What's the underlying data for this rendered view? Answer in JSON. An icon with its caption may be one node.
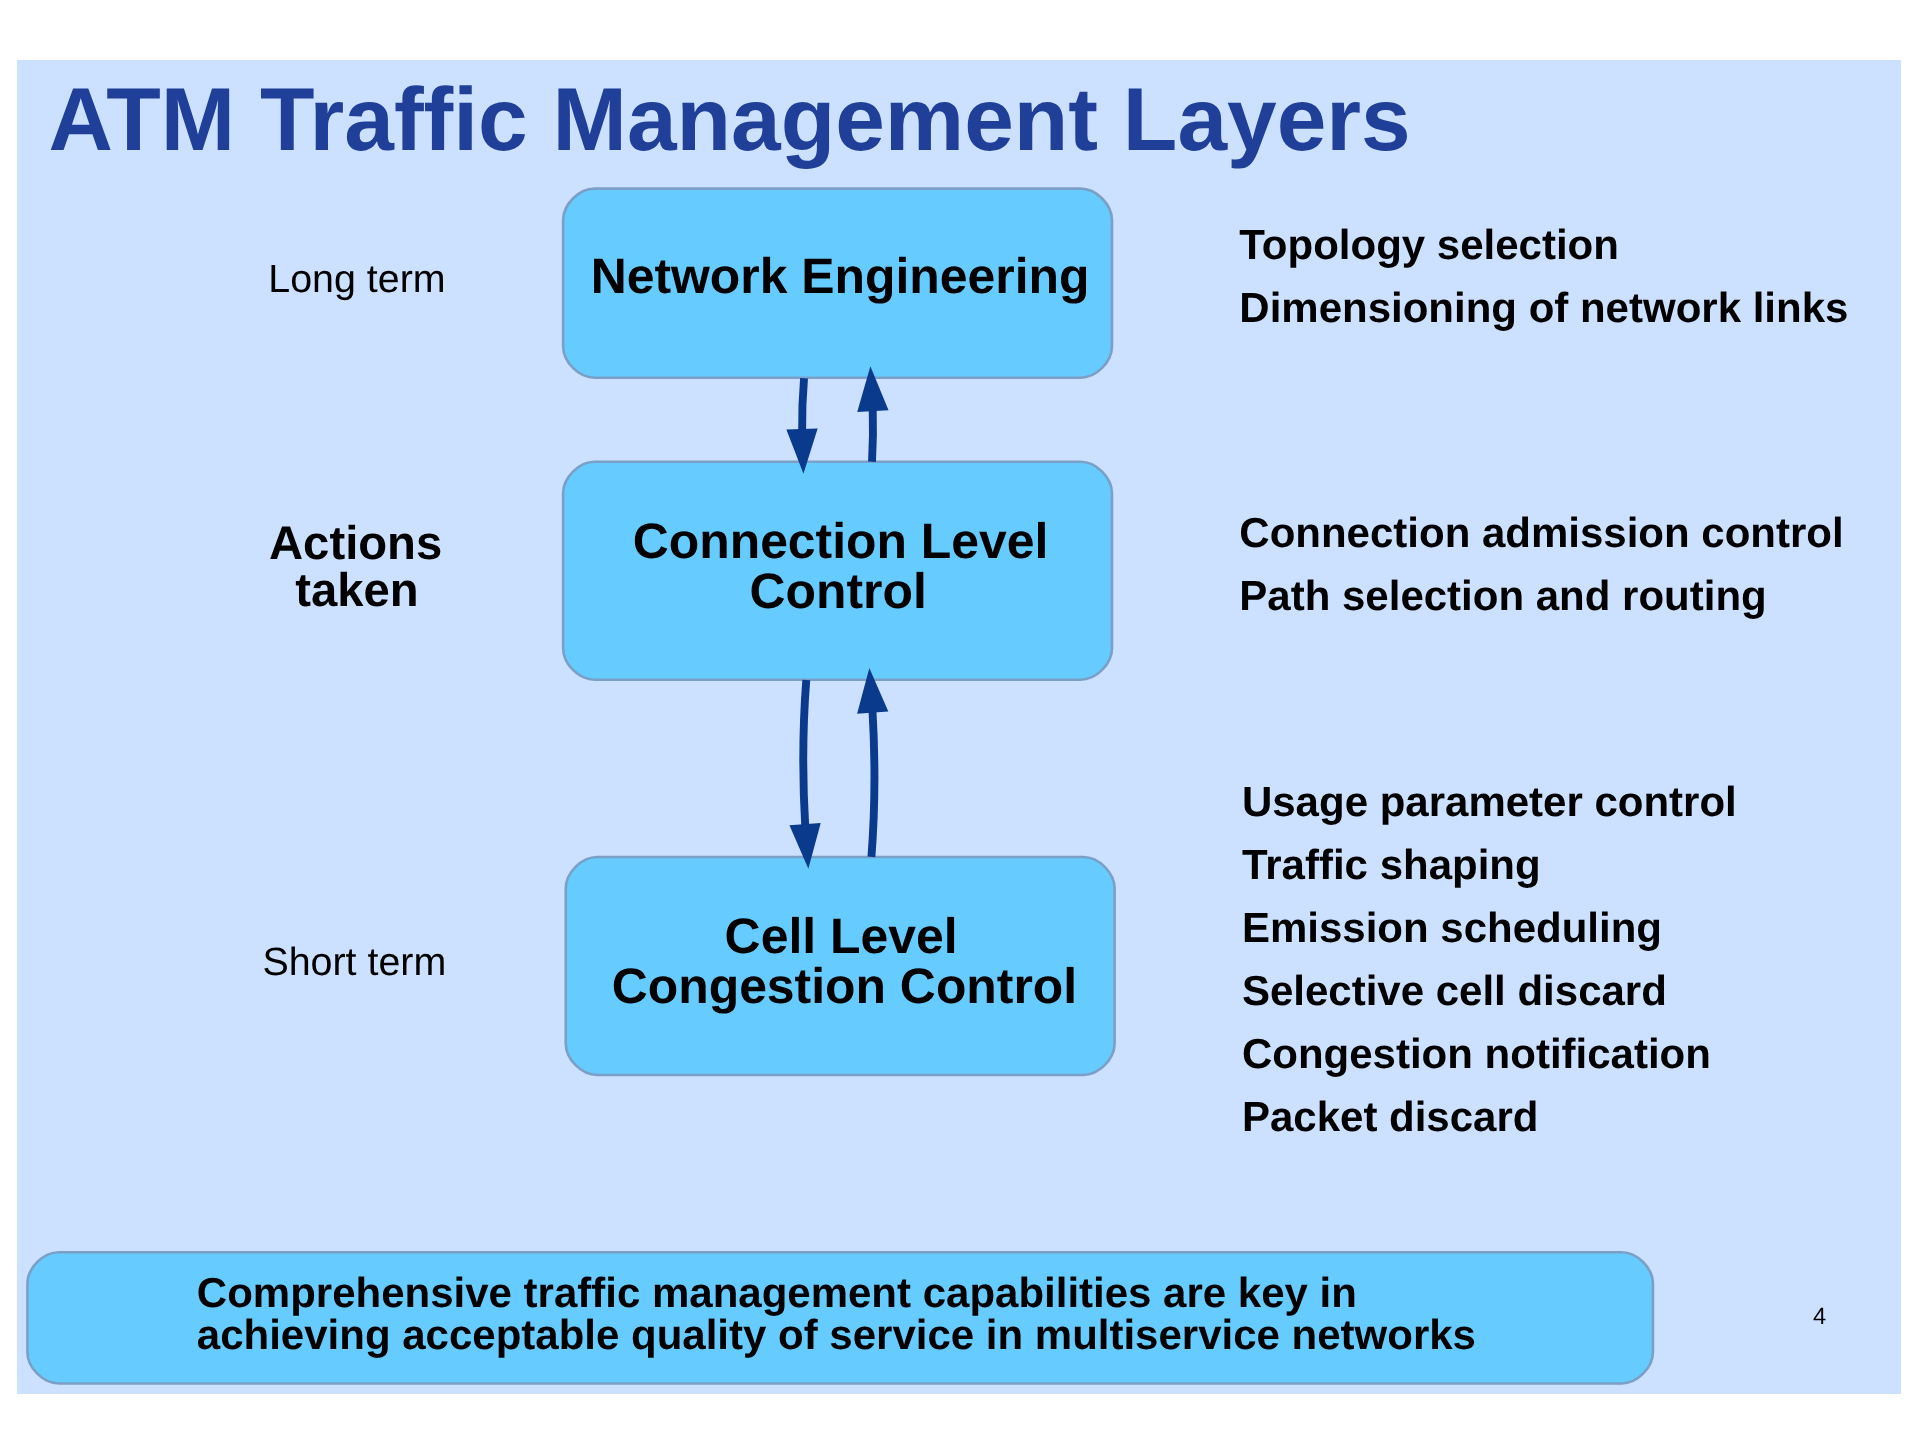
{
  "diagram": {
    "title": "ATM Traffic Management Layers",
    "nodes": [
      {
        "text": [
          "Network Engineering"
        ],
        "beside": [
          "Topology selection",
          "Dimensioning of network links"
        ]
      },
      {
        "text": [
          "Connection Level Control"
        ],
        "beside": [
          "Connection admission control",
          "Path selection and routing"
        ]
      },
      {
        "text": [
          "Cell Level Congestion Control"
        ],
        "beside": [
          "Usage parameter control",
          "Traffic shaping",
          "Emission scheduling",
          "Selective cell discard",
          "Congestion notification",
          "Packet discard"
        ]
      },
      {
        "text": [
          "Comprehensive traffic management capabilities are key in achieving acceptable quality of service in multiservice networks"
        ]
      }
    ],
    "edges": [
      {
        "from": 0,
        "to": 1,
        "arrow": "to"
      },
      {
        "from": 1,
        "to": 0,
        "arrow": "to"
      },
      {
        "from": 1,
        "to": 2,
        "arrow": "to"
      },
      {
        "from": 2,
        "to": 1,
        "arrow": "to"
      }
    ],
    "labels": [
      "Long term",
      "Actions taken",
      "Short term",
      "4"
    ]
  }
}
